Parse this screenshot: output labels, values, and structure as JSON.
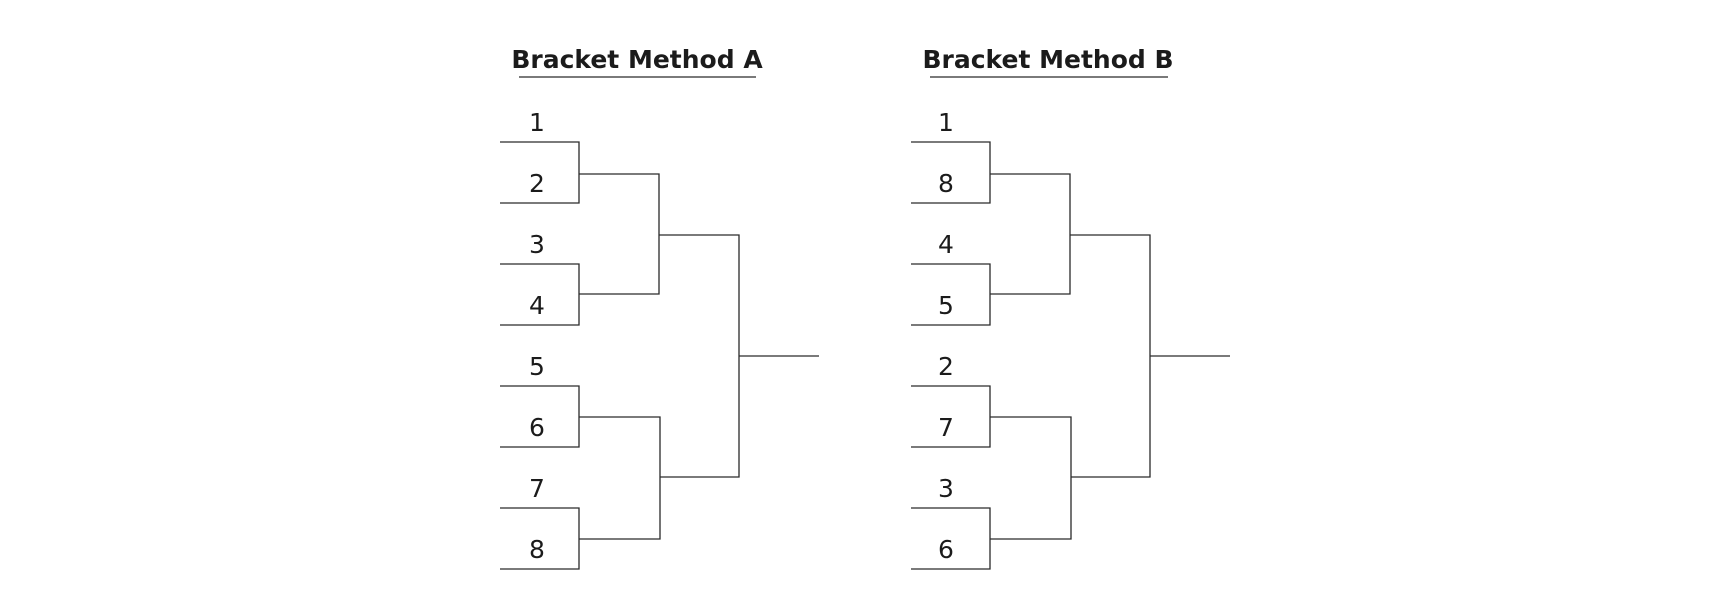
{
  "brackets": [
    {
      "title": "Bracket Method A",
      "seeds": [
        "1",
        "2",
        "3",
        "4",
        "5",
        "6",
        "7",
        "8"
      ]
    },
    {
      "title": "Bracket Method B",
      "seeds": [
        "1",
        "8",
        "4",
        "5",
        "2",
        "7",
        "3",
        "6"
      ]
    }
  ]
}
